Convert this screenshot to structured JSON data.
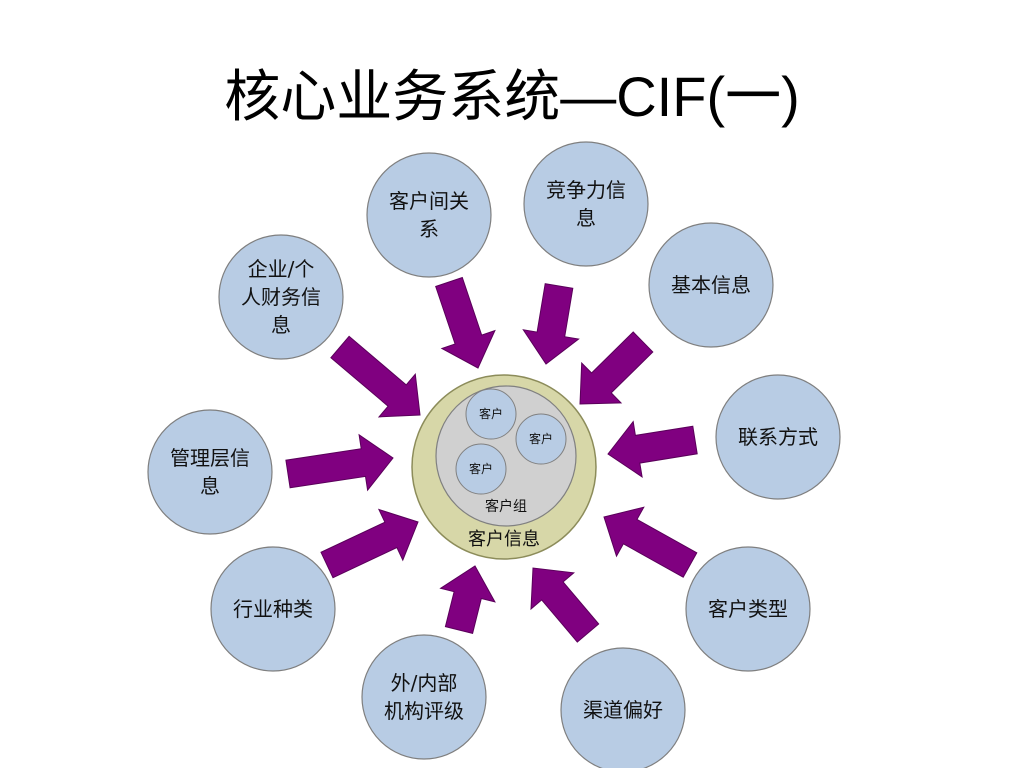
{
  "title": {
    "cjk": "核心业务系统",
    "latin": "—CIF(一)"
  },
  "center": {
    "outer_label": "客户信息",
    "group_label": "客户组",
    "client_labels": [
      "客户",
      "客户",
      "客户"
    ]
  },
  "satellites": [
    {
      "label": "客户间关\n系"
    },
    {
      "label": "竞争力信\n息"
    },
    {
      "label": "基本信息"
    },
    {
      "label": "联系方式"
    },
    {
      "label": "客户类型"
    },
    {
      "label": "渠道偏好"
    },
    {
      "label": "外/内部\n机构评级"
    },
    {
      "label": "行业种类"
    },
    {
      "label": "管理层信\n息"
    },
    {
      "label": "企业/个\n人财务信\n息"
    }
  ],
  "colors": {
    "bubble_fill": "#b8cce4",
    "bubble_stroke": "#7f7f7f",
    "arrow_fill": "#800080",
    "outer_ring_fill": "#d7d7a8",
    "group_fill": "#d0d0d0",
    "client_fill": "#b8cce4"
  }
}
